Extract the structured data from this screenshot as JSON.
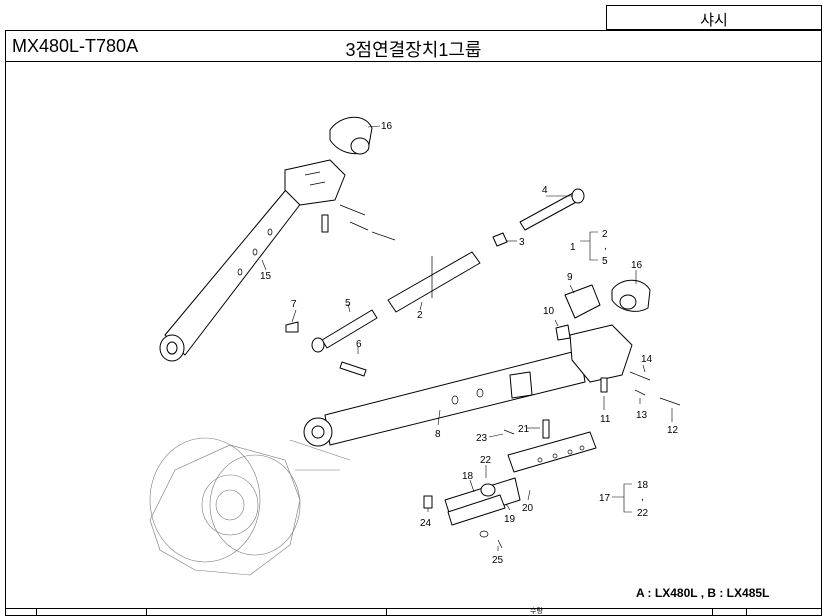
{
  "header": {
    "section": "샤시",
    "model": "MX480L-T780A",
    "title": "3점연결장치1그룹"
  },
  "diagram": {
    "callouts": [
      "16",
      "15",
      "7",
      "5",
      "6",
      "4",
      "3",
      "2",
      "1",
      "2",
      ",",
      "5",
      "9",
      "16",
      "10",
      "14",
      "13",
      "12",
      "11",
      "8",
      "21",
      "23",
      "22",
      "18",
      "24",
      "19",
      "20",
      "17",
      "18",
      ",",
      "22",
      "25"
    ]
  },
  "footer": {
    "variant_note": "A : LX480L , B : LX485L",
    "cut_text": "수량"
  }
}
